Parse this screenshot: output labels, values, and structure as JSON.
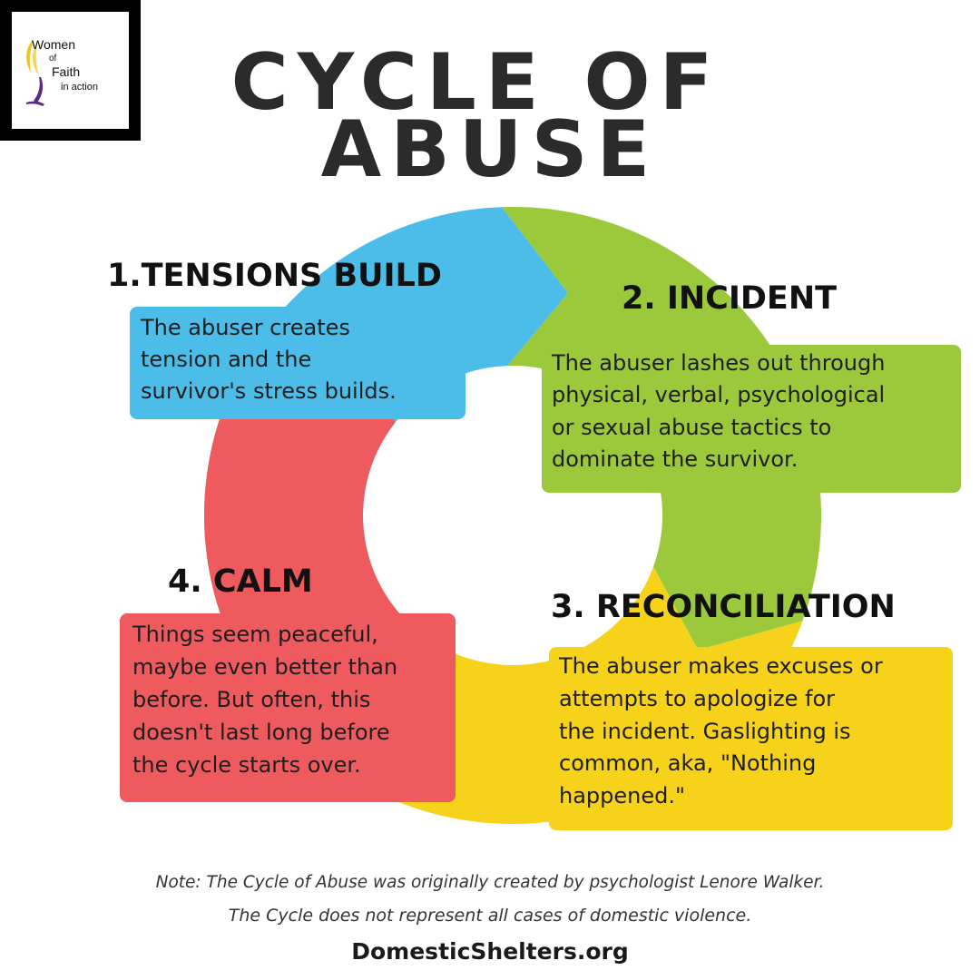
{
  "logo": {
    "line1": "Women",
    "line2": "of",
    "line3": "Faith",
    "line4": "in action",
    "colors": {
      "dove": "#f2c21b",
      "figure": "#5b2a86"
    }
  },
  "title": {
    "line1": "CYCLE OF",
    "line2": "ABUSE"
  },
  "stages": [
    {
      "heading": "1.TENSIONS BUILD",
      "lines": [
        "The abuser creates",
        "tension and the",
        "survivor's stress builds."
      ],
      "color": "#4bbde8"
    },
    {
      "heading": "2. INCIDENT",
      "lines": [
        "The abuser lashes out through",
        "physical, verbal, psychological",
        "or sexual abuse tactics to",
        "dominate the survivor."
      ],
      "color": "#9cc93b"
    },
    {
      "heading": "3. RECONCILIATION",
      "lines": [
        "The abuser makes excuses or",
        "attempts to apologize for",
        "the incident. Gaslighting is",
        "common, aka, \"Nothing",
        "happened.\""
      ],
      "color": "#f6d21a"
    },
    {
      "heading": "4. CALM",
      "lines": [
        "Things seem peaceful,",
        "maybe even better than",
        "before. But often, this",
        "doesn't last long before",
        "the cycle starts over."
      ],
      "color": "#ee5a5e"
    }
  ],
  "footer": {
    "note1": "Note: The Cycle of Abuse was originally created by psychologist Lenore Walker.",
    "note2": "The Cycle does not represent all cases of domestic violence.",
    "site": "DomesticShelters.org"
  }
}
